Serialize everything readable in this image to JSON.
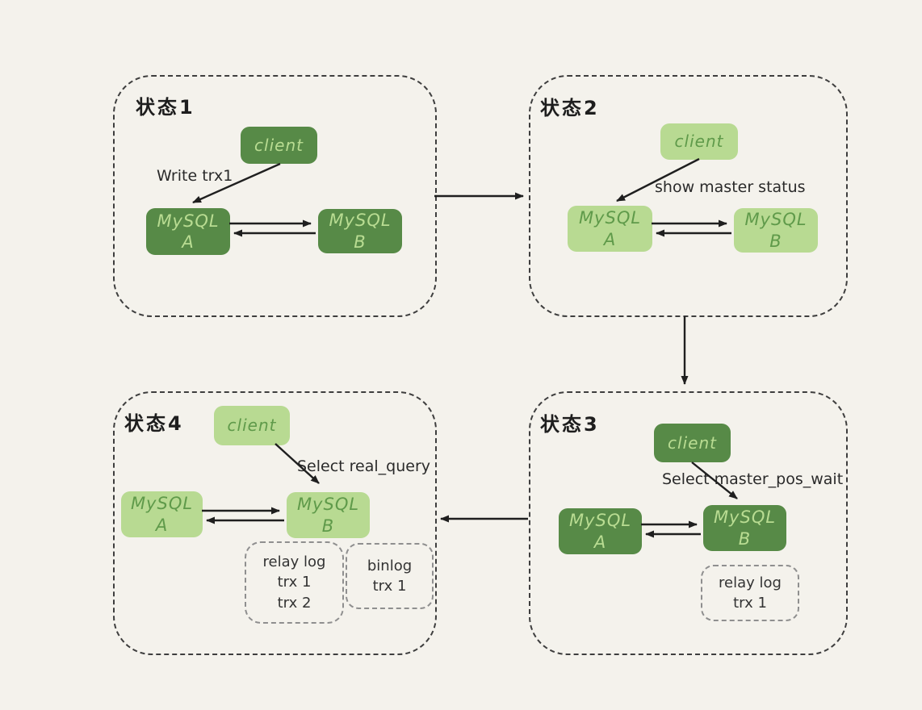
{
  "diagram": {
    "title_note": "MySQL master-slave replication states",
    "colors": {
      "background": "#f4f2ec",
      "dark_green_fill": "#578a47",
      "light_green_fill": "#b8da92",
      "text_on_dark": "#b9dc92",
      "text_on_light": "#5f9a4a",
      "panel_dash": "#3e3e3e",
      "log_dash": "#8f8f8f",
      "arrow": "#1f1f1f"
    },
    "panels": [
      {
        "title": "状态1",
        "client_label": "client",
        "action_label": "Write trx1",
        "node_a": {
          "name": "MySQL",
          "id": "A"
        },
        "node_b": {
          "name": "MySQL",
          "id": "B"
        }
      },
      {
        "title": "状态2",
        "client_label": "client",
        "action_label": "show master status",
        "node_a": {
          "name": "MySQL",
          "id": "A"
        },
        "node_b": {
          "name": "MySQL",
          "id": "B"
        }
      },
      {
        "title": "状态3",
        "client_label": "client",
        "action_label": "Select master_pos_wait",
        "node_a": {
          "name": "MySQL",
          "id": "A"
        },
        "node_b": {
          "name": "MySQL",
          "id": "B"
        },
        "logs": [
          {
            "lines": [
              "relay log",
              "trx 1"
            ]
          }
        ]
      },
      {
        "title": "状态4",
        "client_label": "client",
        "action_label": "Select real_query",
        "node_a": {
          "name": "MySQL",
          "id": "A"
        },
        "node_b": {
          "name": "MySQL",
          "id": "B"
        },
        "logs": [
          {
            "lines": [
              "relay log",
              "trx 1",
              "trx 2"
            ]
          },
          {
            "lines": [
              "binlog",
              "trx 1"
            ]
          }
        ]
      }
    ]
  }
}
